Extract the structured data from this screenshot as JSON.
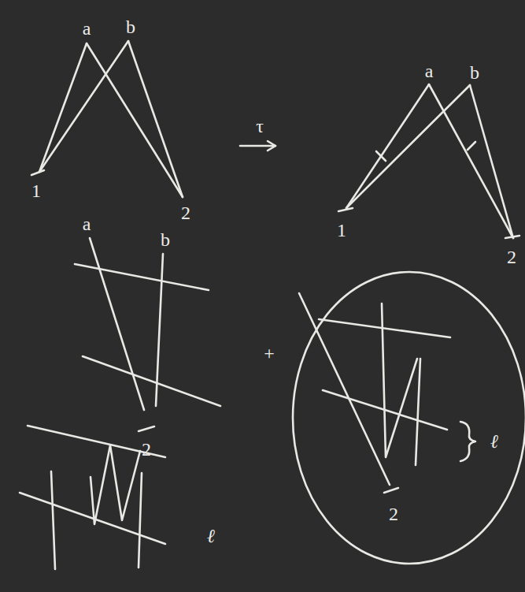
{
  "diagram": {
    "labels": [
      "a",
      "b",
      "1",
      "2",
      "τ",
      "a",
      "b",
      "1",
      "2",
      "a",
      "b",
      "2",
      "ℓ",
      "+",
      "2",
      "ℓ"
    ]
  }
}
